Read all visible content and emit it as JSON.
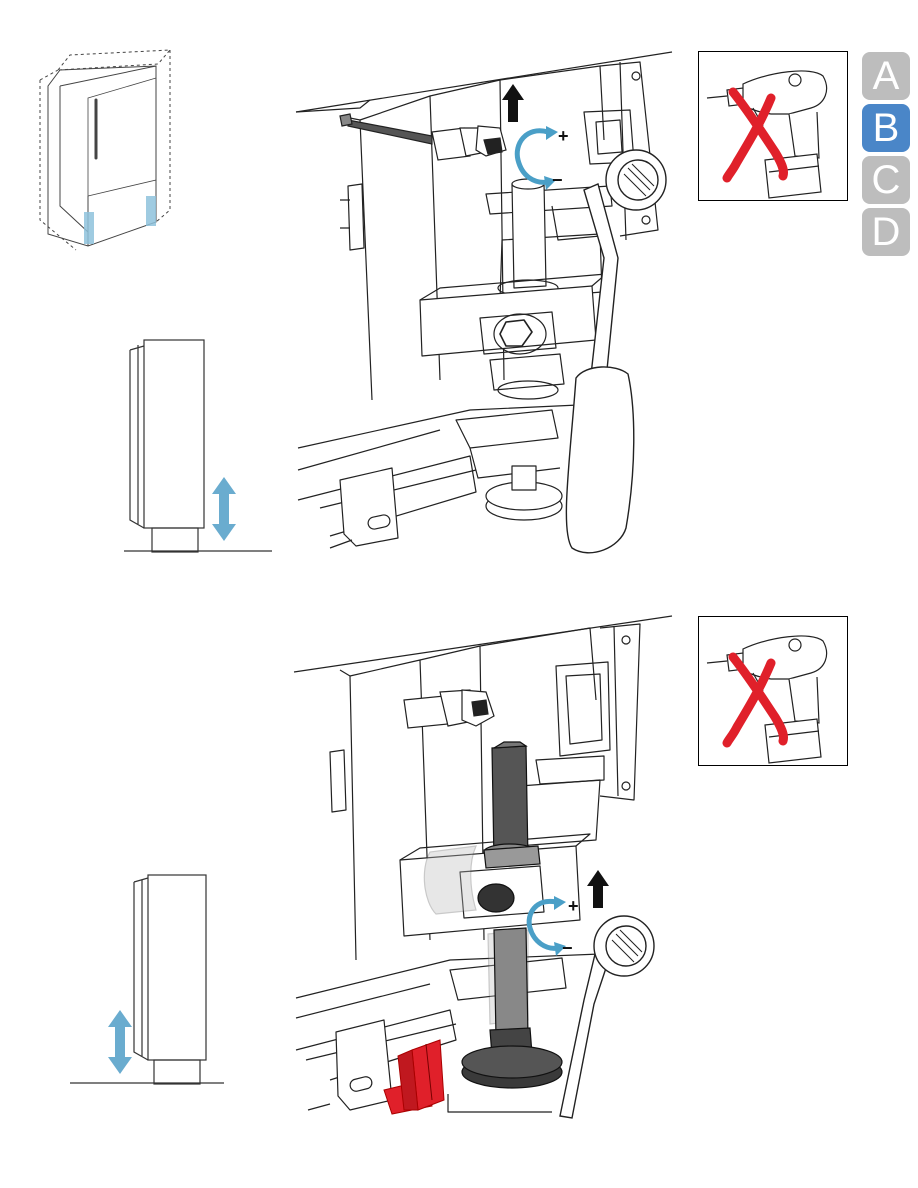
{
  "section_tabs": [
    {
      "letter": "A",
      "active": false
    },
    {
      "letter": "B",
      "active": true
    },
    {
      "letter": "C",
      "active": false
    },
    {
      "letter": "D",
      "active": false
    }
  ],
  "colors": {
    "tab_active": "#4a86c8",
    "tab_inactive": "#bdbdbd",
    "arrow_blue": "#6aaccf",
    "rotate_blue": "#4a9fc7",
    "cross_red": "#e0202a",
    "bracket_red": "#e0202a"
  },
  "step1": {
    "rotation_plus": "+",
    "rotation_minus": "−",
    "no_drill_icon": "drill-crossed-out-icon",
    "adjust_arrow_icon": "vertical-double-arrow-icon",
    "direction_icon": "up-arrow-icon"
  },
  "step2": {
    "rotation_plus": "+",
    "rotation_minus": "−",
    "no_drill_icon": "drill-crossed-out-icon",
    "adjust_arrow_icon": "vertical-double-arrow-icon",
    "direction_icon": "up-arrow-icon"
  }
}
